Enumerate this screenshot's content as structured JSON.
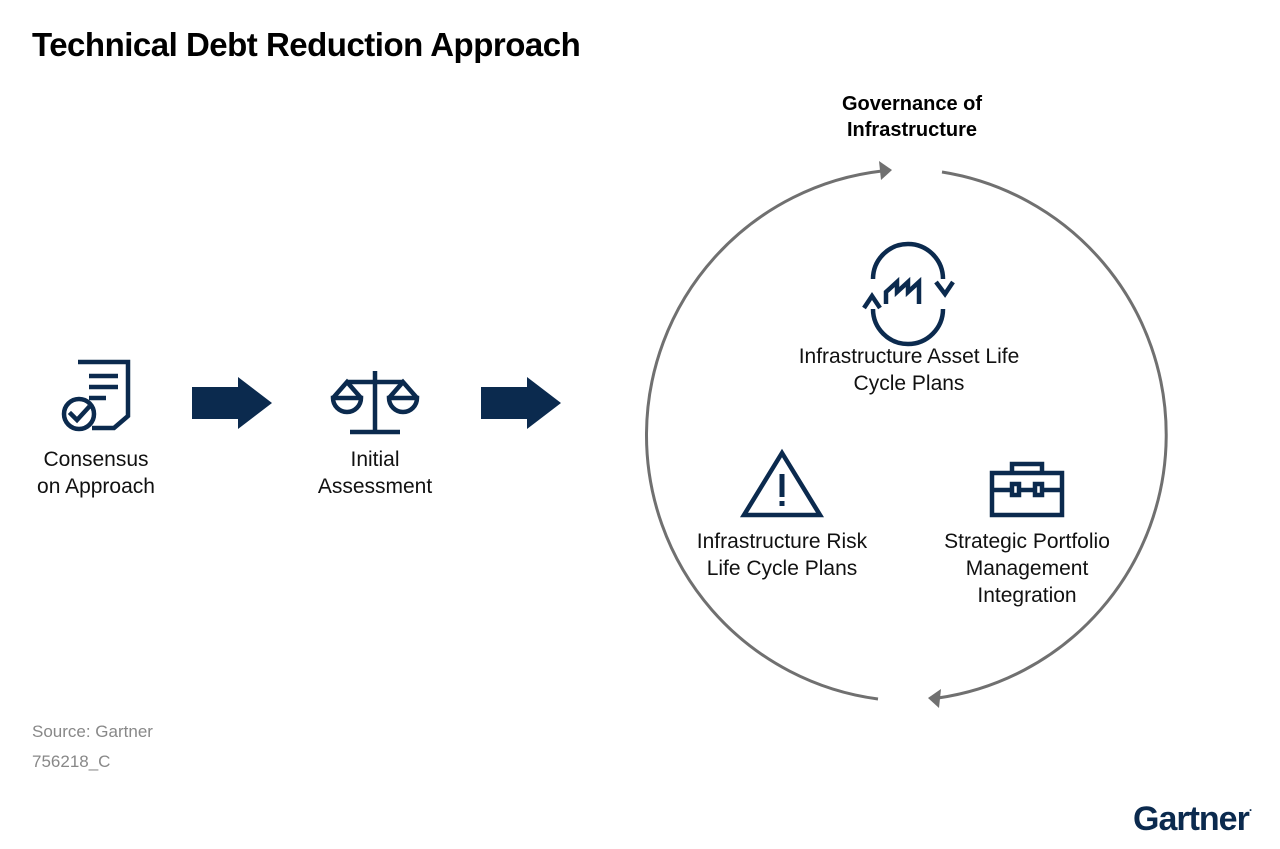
{
  "title": "Technical Debt Reduction Approach",
  "colors": {
    "navy": "#0b2a4e",
    "cycle_gray": "#707070",
    "footer_gray": "#888888"
  },
  "steps": [
    {
      "icon": "document-check-icon",
      "lines": [
        "Consensus",
        "on Approach"
      ]
    },
    {
      "icon": "balance-scale-icon",
      "lines": [
        "Initial",
        "Assessment"
      ]
    }
  ],
  "cycle": {
    "title_lines": [
      "Governance of",
      "Infrastructure"
    ],
    "items": [
      {
        "icon": "factory-cycle-icon",
        "lines": [
          "Infrastructure Asset Life",
          "Cycle Plans"
        ]
      },
      {
        "icon": "warning-triangle-icon",
        "lines": [
          "Infrastructure Risk",
          "Life Cycle Plans"
        ]
      },
      {
        "icon": "briefcase-icon",
        "lines": [
          "Strategic Portfolio",
          "Management",
          "Integration"
        ]
      }
    ]
  },
  "footer": {
    "source": "Source: Gartner",
    "doc_id": "756218_C"
  },
  "logo": {
    "text": "Gartner",
    "mark": "."
  }
}
